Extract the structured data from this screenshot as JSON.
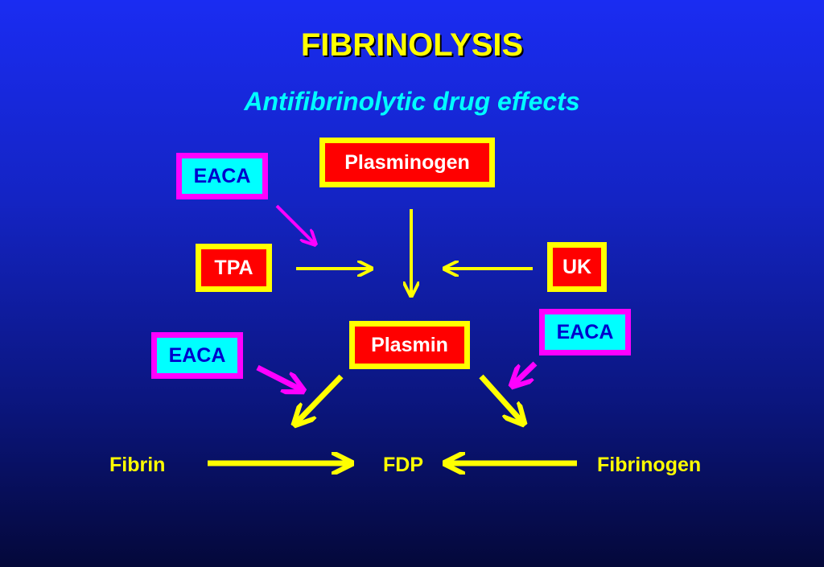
{
  "slide": {
    "title": "FIBRINOLYSIS",
    "subtitle": "Antifibrinolytic drug effects"
  },
  "nodes": {
    "plasminogen": "Plasminogen",
    "plasmin": "Plasmin",
    "tpa": "TPA",
    "uk": "UK",
    "eaca_top": "EACA",
    "eaca_left": "EACA",
    "eaca_right": "EACA",
    "fibrin": "Fibrin",
    "fdp": "FDP",
    "fibrinogen": "Fibrinogen"
  },
  "colors": {
    "background": "#1424c4",
    "title": "#ffff00",
    "subtitle": "#00ffff",
    "activator_box_fill": "#ff0000",
    "activator_box_border": "#ffff00",
    "inhibitor_box_fill": "#00ffff",
    "inhibitor_box_border": "#ff00ff",
    "pathway_arrow": "#ffff00",
    "inhibitor_arrow": "#ff00ff"
  }
}
